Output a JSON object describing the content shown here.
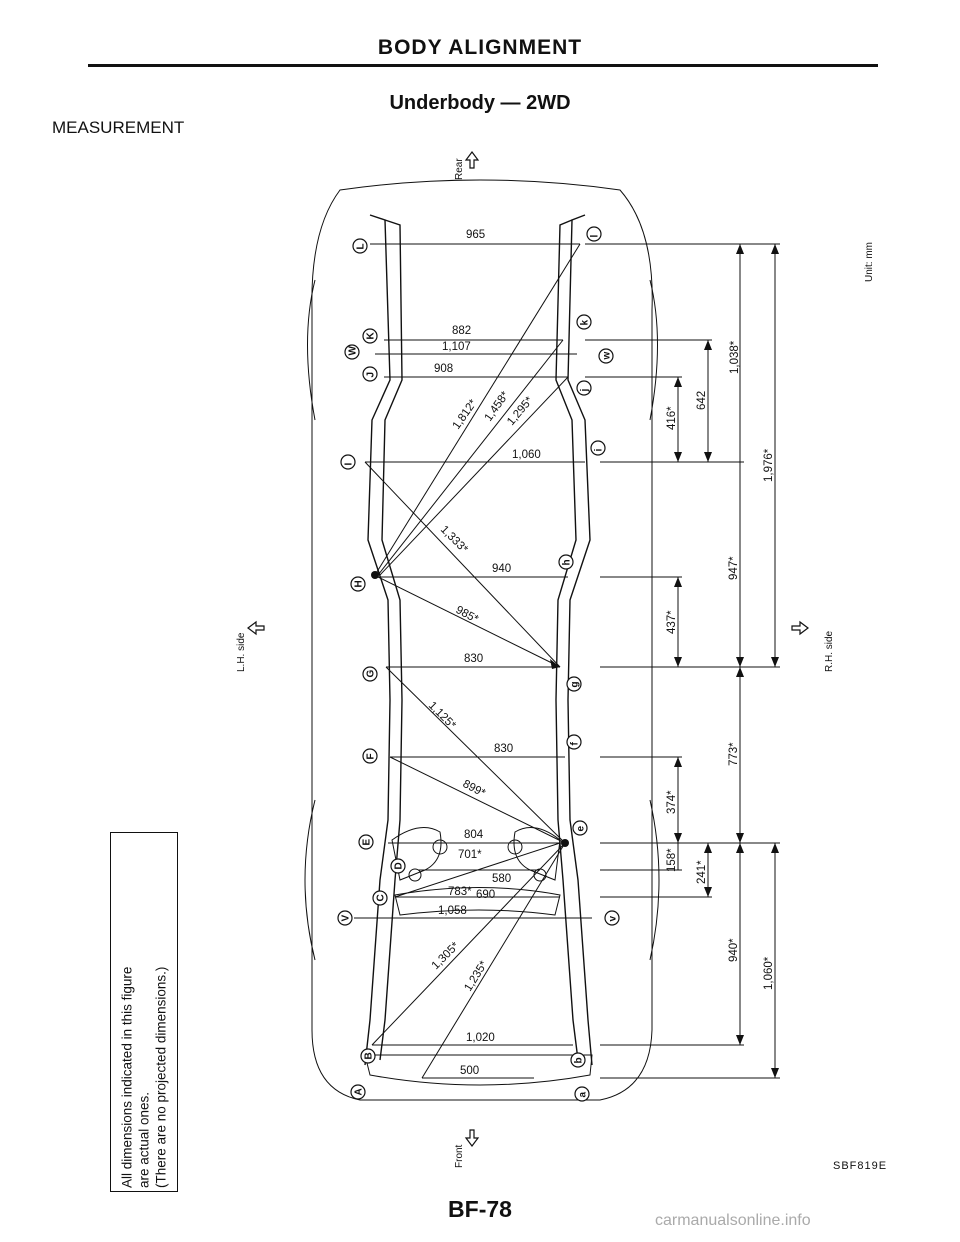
{
  "header": {
    "title": "BODY ALIGNMENT",
    "subtitle": "Underbody — 2WD",
    "section": "MEASUREMENT"
  },
  "orientation": {
    "rear": "Rear",
    "front": "Front",
    "lh": "L.H. side",
    "rh": "R.H. side",
    "unit": "Unit: mm"
  },
  "note": {
    "line1": "All dimensions indicated in this figure",
    "line2": "are actual ones.",
    "line3": "(There are no projected dimensions.)"
  },
  "widths": {
    "w965": "965",
    "w882": "882",
    "w1107": "1,107",
    "w908": "908",
    "w1060": "1,060",
    "w940": "940",
    "w830a": "830",
    "w830b": "830",
    "w804": "804",
    "w701": "701*",
    "w580": "580",
    "w783": "783*",
    "w690": "690",
    "w1058": "1,058",
    "w1020": "1,020",
    "w500": "500"
  },
  "diagonals": {
    "d1812": "1,812*",
    "d1458": "1,458*",
    "d1295": "1,295*",
    "d1333": "1,333*",
    "d985": "985*",
    "d1125": "1,125*",
    "d899": "899*",
    "d1305": "1,305*",
    "d1235": "1,235*"
  },
  "verticals": {
    "v1038": "1,038*",
    "v642": "642",
    "v416": "416*",
    "v1976": "1,976*",
    "v947": "947*",
    "v437": "437*",
    "v773": "773*",
    "v374": "374*",
    "v158": "158*",
    "v241": "241*",
    "v940": "940*",
    "v1060": "1,060*"
  },
  "points_left": [
    "L",
    "K",
    "W",
    "J",
    "I",
    "H",
    "G",
    "F",
    "E",
    "D",
    "C",
    "V",
    "B",
    "A"
  ],
  "points_right": [
    "l",
    "k",
    "w",
    "j",
    "i",
    "h",
    "g",
    "f",
    "e",
    "v",
    "b",
    "a"
  ],
  "footer": {
    "code": "SBF819E",
    "page": "BF-78",
    "watermark": "carmanualsonline.info"
  }
}
